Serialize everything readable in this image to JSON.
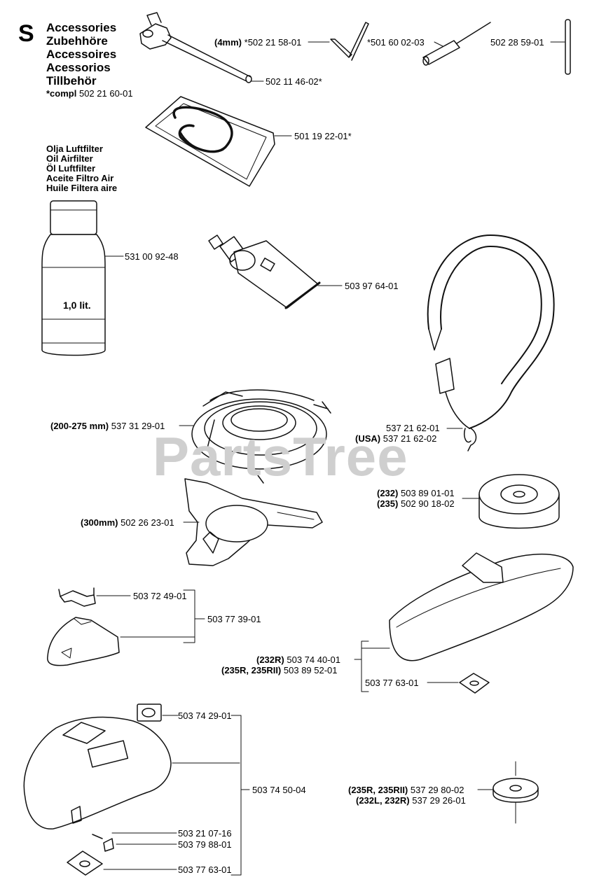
{
  "header": {
    "section_letter": "S",
    "titles": [
      "Accessories",
      "Zubehhöre",
      "Accessoires",
      "Acessorios",
      "Tillbehör"
    ],
    "compl_prefix": "*compl",
    "compl_number": "502 21 60-01"
  },
  "oil_heading": [
    "Olja Luftfilter",
    "Oil Airfilter",
    "Öl Luftfilter",
    "Aceite Filtro Air",
    "Huile Filtera aire"
  ],
  "bottle_volume": "1,0 lit.",
  "watermark": "PartsTree",
  "parts": {
    "p_4mm": {
      "qualifier": "(4mm)",
      "number": "*502 21 58-01"
    },
    "p_501600203": {
      "number": "*501 60 02-03"
    },
    "p_502285901": {
      "number": "502 28 59-01"
    },
    "p_502114602": {
      "number": "502 11 46-02*"
    },
    "p_501192201": {
      "number": "501 19 22-01*"
    },
    "p_531009248": {
      "number": "531 00 92-48"
    },
    "p_503976401": {
      "number": "503 97 64-01"
    },
    "p_200_275": {
      "qualifier": "(200-275 mm)",
      "number": "537 31 29-01"
    },
    "p_537216201": {
      "number": "537 21 62-01"
    },
    "p_usa": {
      "qualifier": "(USA)",
      "number": "537 21 62-02"
    },
    "p_300mm": {
      "qualifier": "(300mm)",
      "number": "502 26 23-01"
    },
    "p_232": {
      "qualifier": "(232)",
      "number": "503 89 01-01"
    },
    "p_235": {
      "qualifier": "(235)",
      "number": "502 90 18-02"
    },
    "p_503724901": {
      "number": "503 72 49-01"
    },
    "p_503773901": {
      "number": "503 77 39-01"
    },
    "p_232R": {
      "qualifier": "(232R)",
      "number": "503 74 40-01"
    },
    "p_235R_235RII": {
      "qualifier": "(235R, 235RII)",
      "number": "503 89 52-01"
    },
    "p_503776301_a": {
      "number": "503 77 63-01"
    },
    "p_503742901": {
      "number": "503 74 29-01"
    },
    "p_503745004": {
      "number": "503 74 50-04"
    },
    "p_235R_235RII_b": {
      "qualifier": "(235R, 235RII)",
      "number": "537 29 80-02"
    },
    "p_232L_232R": {
      "qualifier": "(232L, 232R)",
      "number": "537 29 26-01"
    },
    "p_503210716": {
      "number": "503 21 07-16"
    },
    "p_503798801": {
      "number": "503 79 88-01"
    },
    "p_503776301_b": {
      "number": "503 77 63-01"
    }
  }
}
